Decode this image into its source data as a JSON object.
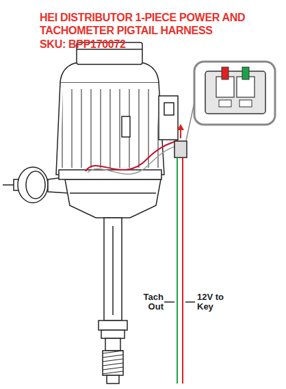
{
  "diagram": {
    "title": "HEI DISTRIBUTOR 1-PIECE POWER AND TACHOMETER PIGTAIL HARNESS",
    "labels": [
      "SKU: BPP170072",
      "Tach Out",
      "12V to Key"
    ]
  }
}
